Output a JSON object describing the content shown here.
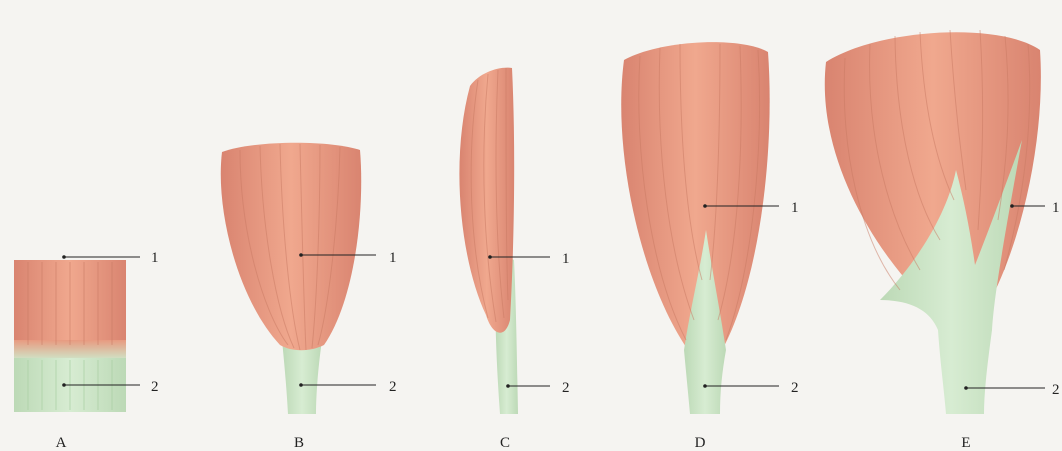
{
  "figures": [
    {
      "id": "A",
      "caption": "A",
      "callout_1": "1",
      "callout_2": "2"
    },
    {
      "id": "B",
      "caption": "B",
      "callout_1": "1",
      "callout_2": "2"
    },
    {
      "id": "C",
      "caption": "C",
      "callout_1": "1",
      "callout_2": "2"
    },
    {
      "id": "D",
      "caption": "D",
      "callout_1": "1",
      "callout_2": "2"
    },
    {
      "id": "E",
      "caption": "E",
      "callout_1": "1",
      "callout_2": "2"
    }
  ],
  "colors": {
    "background": "#f5f4f1",
    "muscle": "#e89a80",
    "muscle_light": "#f3b9a2",
    "muscle_dark": "#c97a63",
    "tendon": "#cfe6c9",
    "tendon_dark": "#a9cfa3",
    "leader_line": "#222222"
  }
}
